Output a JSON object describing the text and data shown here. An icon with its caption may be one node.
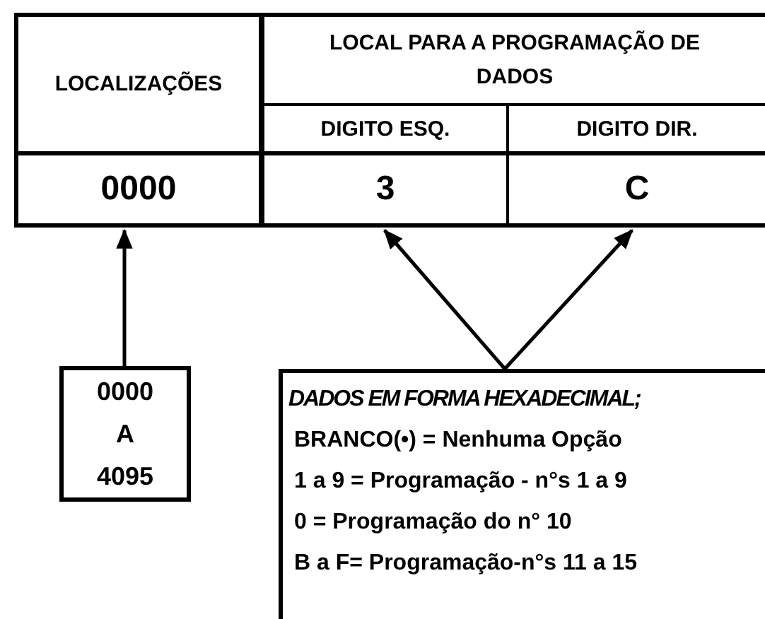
{
  "diagram": {
    "nodes": [
      {
        "text": [
          "LOCALIZAÇÕES"
        ]
      },
      {
        "text": [
          "LOCAL PARA A PROGRAMAÇÃO DE DADOS"
        ]
      },
      {
        "text": [
          "DIGITO ESQ."
        ]
      },
      {
        "text": [
          "DIGITO DIR."
        ]
      },
      {
        "text": [
          "0000"
        ]
      },
      {
        "text": [
          "3"
        ]
      },
      {
        "text": [
          "C"
        ]
      },
      {
        "text": [
          "0000 A 4095"
        ]
      },
      {
        "text": [
          "DADOS EM FORMA HEXADECIMAL;",
          "BRANCO(•) = Nenhuma Opção",
          "1 a 9 = Programação - n°s 1 a 9",
          "0 = Programação do n° 10",
          "B a F= Programação-n°s 11 a 15"
        ]
      }
    ],
    "edges": [
      {
        "from": 7,
        "to": 4,
        "arrow": "to"
      },
      {
        "from": 8,
        "to": 5,
        "arrow": "to"
      },
      {
        "from": 8,
        "to": 6,
        "arrow": "to"
      }
    ]
  }
}
